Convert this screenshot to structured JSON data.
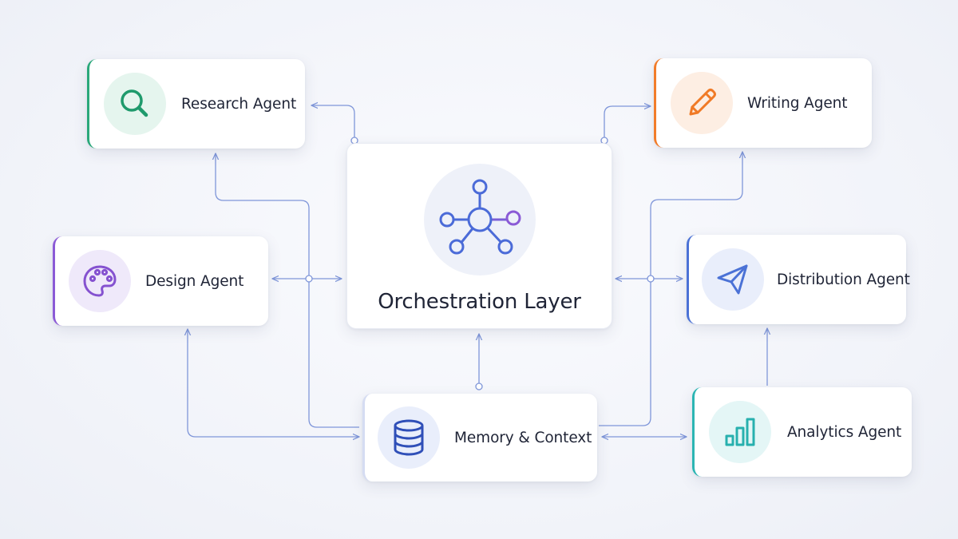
{
  "orchestration": {
    "label": "Orchestration Layer",
    "icon": "network-hub-icon"
  },
  "agents": {
    "research": {
      "label": "Research Agent",
      "icon": "search-icon",
      "color": "#2aa87a"
    },
    "writing": {
      "label": "Writing Agent",
      "icon": "pencil-icon",
      "color": "#f27c2a"
    },
    "design": {
      "label": "Design Agent",
      "icon": "palette-icon",
      "color": "#8b5ad6"
    },
    "distribution": {
      "label": "Distribution Agent",
      "icon": "paper-plane-icon",
      "color": "#4b72d6"
    },
    "analytics": {
      "label": "Analytics Agent",
      "icon": "bar-chart-icon",
      "color": "#2bb5b3"
    }
  },
  "memory": {
    "label": "Memory & Context",
    "icon": "database-icon",
    "color": "#2f4fb8"
  },
  "connector_color": "#7f96d9"
}
